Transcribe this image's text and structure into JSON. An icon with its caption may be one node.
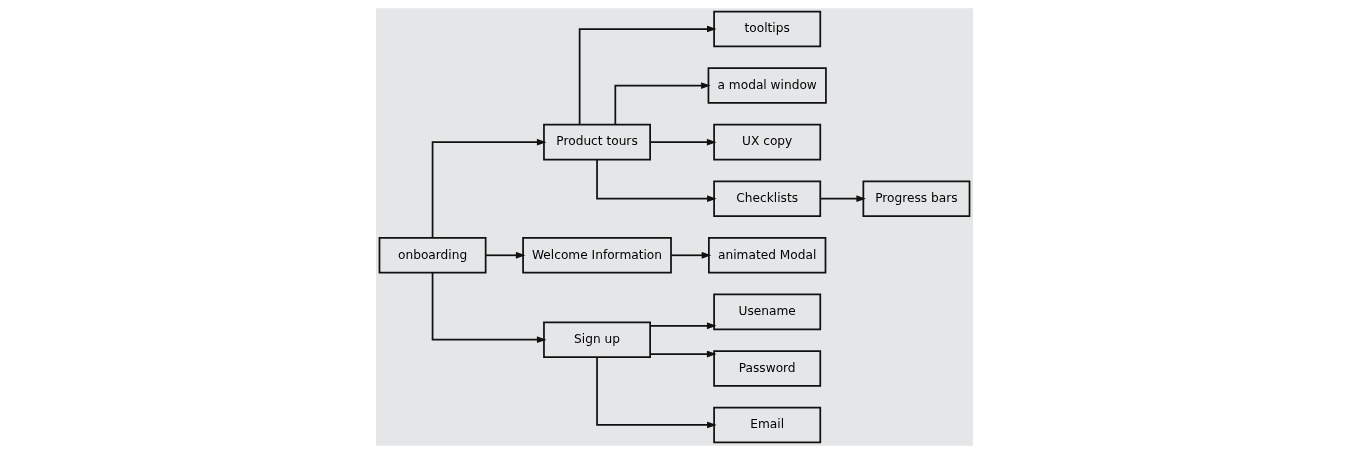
{
  "diagram": {
    "nodes": [
      {
        "text": [
          "onboarding"
        ]
      },
      {
        "text": [
          "Product tours"
        ]
      },
      {
        "text": [
          "tooltips"
        ]
      },
      {
        "text": [
          "a modal window"
        ]
      },
      {
        "text": [
          "UX copy"
        ]
      },
      {
        "text": [
          "Checklists"
        ]
      },
      {
        "text": [
          "Progress bars"
        ]
      },
      {
        "text": [
          "Welcome Information"
        ]
      },
      {
        "text": [
          "animated Modal"
        ]
      },
      {
        "text": [
          "Sign up"
        ]
      },
      {
        "text": [
          "Usename"
        ]
      },
      {
        "text": [
          "Password"
        ]
      },
      {
        "text": [
          "Email"
        ]
      }
    ],
    "edges": [
      {
        "from": 0,
        "to": 1,
        "arrow": "to"
      },
      {
        "from": 1,
        "to": 2,
        "arrow": "to"
      },
      {
        "from": 1,
        "to": 3,
        "arrow": "to"
      },
      {
        "from": 1,
        "to": 4,
        "arrow": "to"
      },
      {
        "from": 1,
        "to": 5,
        "arrow": "to"
      },
      {
        "from": 5,
        "to": 6,
        "arrow": "to"
      },
      {
        "from": 0,
        "to": 7,
        "arrow": "to"
      },
      {
        "from": 0,
        "to": 9,
        "arrow": "to"
      },
      {
        "from": 7,
        "to": 8,
        "arrow": "to"
      },
      {
        "from": 9,
        "to": 10,
        "arrow": "to"
      },
      {
        "from": 9,
        "to": 11,
        "arrow": "to"
      },
      {
        "from": 9,
        "to": 12,
        "arrow": "to"
      }
    ]
  }
}
